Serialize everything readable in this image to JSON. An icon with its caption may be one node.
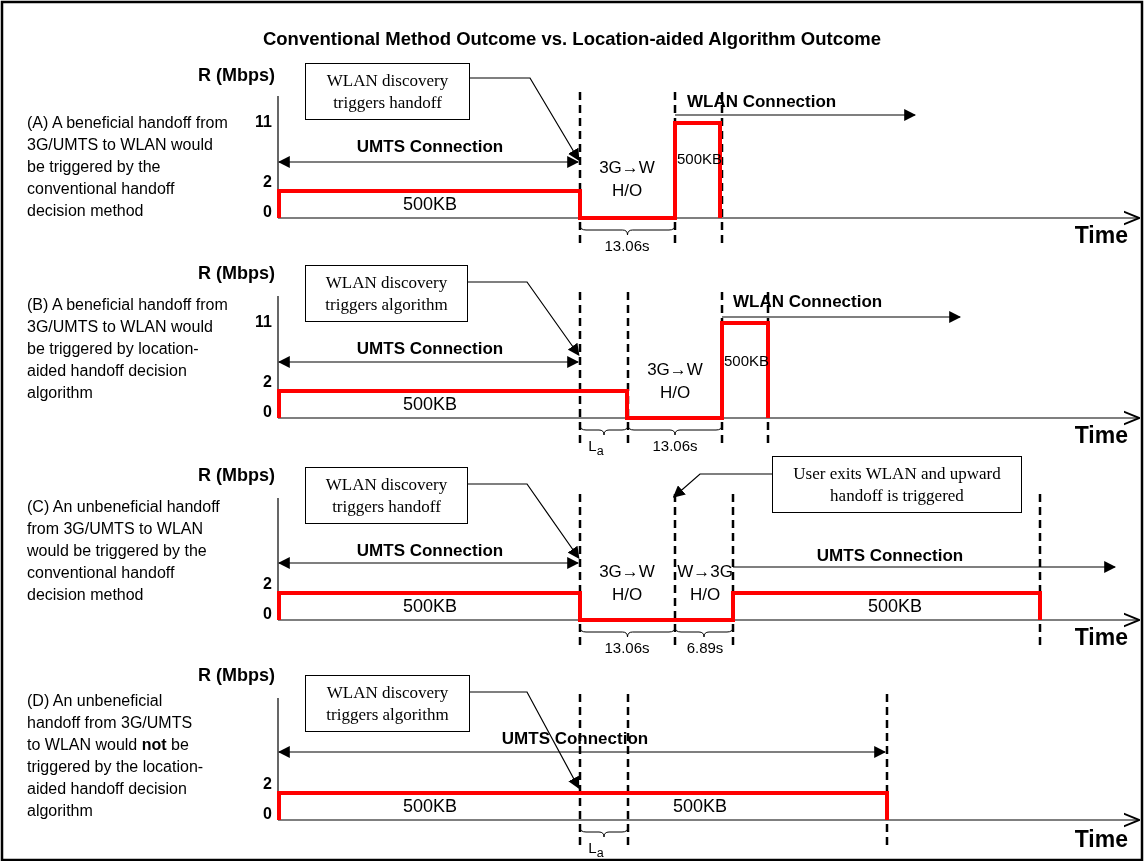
{
  "diagram": {
    "title": "Conventional Method Outcome vs. Location-aided Algorithm Outcome",
    "nodes": [
      {
        "text": [
          "WLAN discovery triggers handoff"
        ]
      },
      {
        "text": [
          "WLAN discovery triggers algorithm"
        ]
      },
      {
        "text": [
          "WLAN discovery triggers handoff"
        ]
      },
      {
        "text": [
          "User exits WLAN and upward handoff is triggered"
        ]
      },
      {
        "text": [
          "WLAN discovery triggers algorithm"
        ]
      },
      {
        "text": [],
        "shape": "line"
      },
      {
        "text": [],
        "shape": "line"
      },
      {
        "text": [],
        "shape": "line"
      },
      {
        "text": [],
        "shape": "line"
      },
      {
        "text": [],
        "shape": "line"
      }
    ],
    "edges": [
      {
        "from": 0,
        "to": 5,
        "arrow": "to"
      },
      {
        "from": 1,
        "to": 6,
        "arrow": "to"
      },
      {
        "from": 2,
        "to": 7,
        "arrow": "to"
      },
      {
        "from": 3,
        "to": 8,
        "arrow": "to"
      },
      {
        "from": 4,
        "to": 9,
        "arrow": "to"
      }
    ],
    "labels": [
      "(A) A beneficial handoff from 3G/UMTS to WLAN would be triggered by the conventional handoff decision method",
      "R (Mbps)",
      "11",
      "2",
      "0",
      "UMTS Connection",
      "3G→W H/O",
      "WLAN Connection",
      "500KB",
      "500KB",
      "13.06s",
      "Time",
      "(B) A beneficial handoff from 3G/UMTS to WLAN would be triggered by location-aided handoff decision algorithm",
      "R (Mbps)",
      "11",
      "2",
      "0",
      "UMTS Connection",
      "3G→W H/O",
      "WLAN Connection",
      "500KB",
      "500KB",
      "L$_{a}$",
      "13.06s",
      "Time",
      "(C) An unbeneficial handoff from 3G/UMTS to WLAN would be triggered by the conventional handoff decision method",
      "R (Mbps)",
      "2",
      "0",
      "UMTS Connection",
      "3G→W H/O",
      "W→3G H/O",
      "UMTS Connection",
      "500KB",
      "500KB",
      "13.06s",
      "6.89s",
      "Time",
      "(D) An unbeneficial handoff from 3G/UMTS to WLAN would **not** be triggered by the location-aided handoff decision algorithm",
      "R (Mbps)",
      "2",
      "0",
      "UMTS Connection",
      "500KB",
      "500KB",
      "L$_{a}$",
      "Time"
    ]
  }
}
